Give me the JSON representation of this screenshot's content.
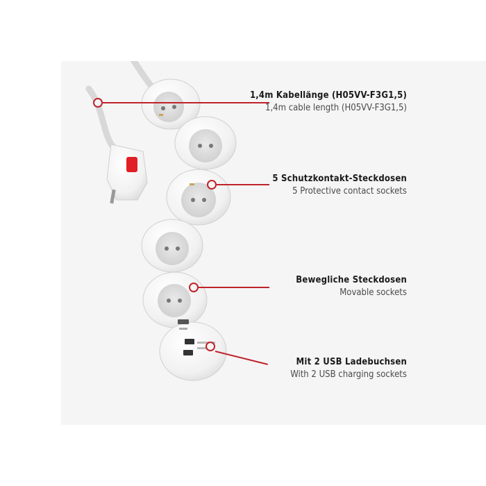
{
  "colors": {
    "accent": "#c0222a",
    "background": "#f5f5f5",
    "product": "#fbfbfb",
    "switch": "#e11f26"
  },
  "callouts": [
    {
      "primary": "1,4m Kabellänge (H05VV-F3G1,5)",
      "secondary": "1,4m cable length (H05VV-F3G1,5)"
    },
    {
      "primary": "5 Schutzkontakt-Steckdosen",
      "secondary": "5 Protective contact sockets"
    },
    {
      "primary": "Bewegliche Steckdosen",
      "secondary": "Movable sockets"
    },
    {
      "primary": "Mit 2 USB Ladebuchsen",
      "secondary": "With 2 USB charging sockets"
    }
  ],
  "icons": [
    "schuko-socket-icon",
    "usb-port-icon",
    "power-switch-icon",
    "plug-icon"
  ]
}
